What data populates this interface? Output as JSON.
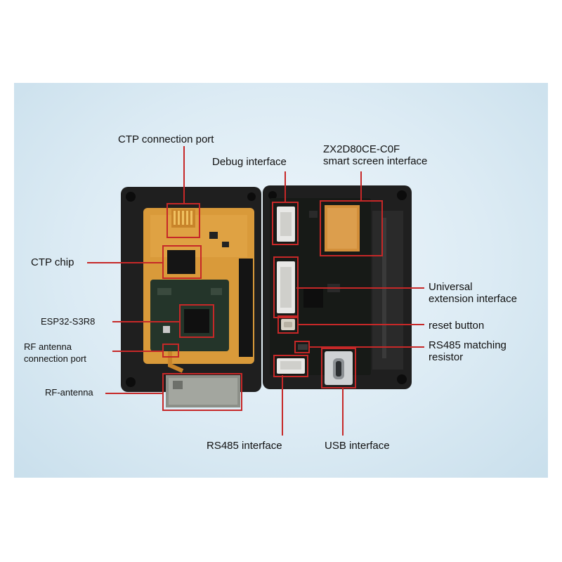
{
  "labels": {
    "ctp_connection_port": "CTP connection port",
    "debug_interface": "Debug interface",
    "model_line1": "ZX2D80CE-C0F",
    "model_line2": "smart screen interface",
    "ctp_chip": "CTP chip",
    "esp32": "ESP32-S3R8",
    "rf_port_line1": "RF antenna",
    "rf_port_line2": "connection port",
    "rf_antenna": "RF-antenna",
    "universal_line1": "Universal",
    "universal_line2": "extension interface",
    "reset_button": "reset button",
    "rs485_matching_line1": "RS485 matching",
    "rs485_matching_line2": "resistor",
    "rs485_interface": "RS485 interface",
    "usb_interface": "USB interface"
  },
  "colors": {
    "callout": "#c62828",
    "enclosure": "#1f1f1f",
    "pcb": "#171a17",
    "flex": "#d99a3a",
    "module": "#24352a",
    "antenna": "#8c8f88"
  }
}
